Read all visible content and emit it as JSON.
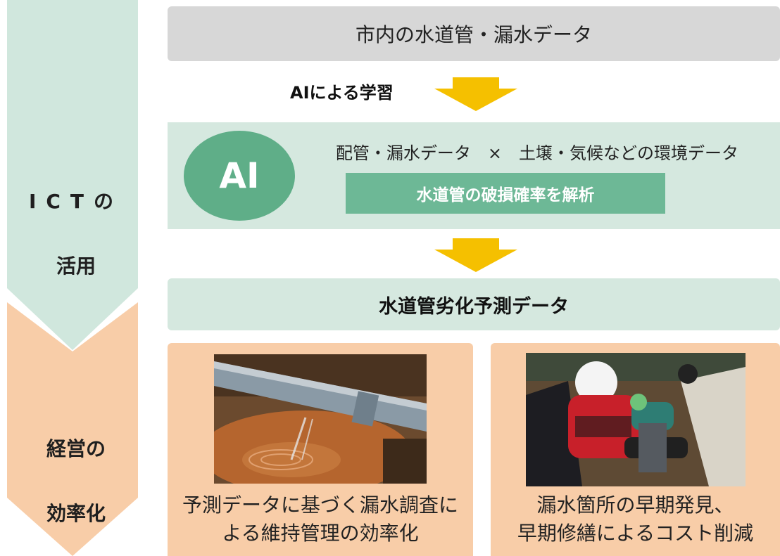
{
  "left_arrows": {
    "ict_line1": "ICT",
    "ict_line2": "の",
    "ict_line3": "活用",
    "keiei_line1": "経営の",
    "keiei_line2": "効率化",
    "upper_color": "#d0e7dd",
    "lower_color": "#f8cda8"
  },
  "top_box": {
    "text": "市内の水道管・漏水データ"
  },
  "learning": {
    "label": "AIによる学習"
  },
  "ai_box": {
    "badge": "AI",
    "inputs_text": "配管・漏水データ　×　土壌・気候などの環境データ",
    "result": "水道管の破損確率を解析"
  },
  "prediction": {
    "text": "水道管劣化予測データ"
  },
  "panels": {
    "left": {
      "photo": "leaking-pipe-photo",
      "caption_line1": "予測データに基づく漏水調査に",
      "caption_line2": "よる維持管理の効率化"
    },
    "right": {
      "photo": "pipe-repair-worker-photo",
      "caption_line1": "漏水箇所の早期発見、",
      "caption_line2": "早期修繕によるコスト削減"
    }
  },
  "colors": {
    "arrow_yellow": "#f5c000",
    "ai_green": "#5fae88",
    "result_green": "#6db896",
    "panel_green": "#d5e8df",
    "panel_orange": "#f8cda8",
    "gray_box": "#d7d7d7"
  }
}
